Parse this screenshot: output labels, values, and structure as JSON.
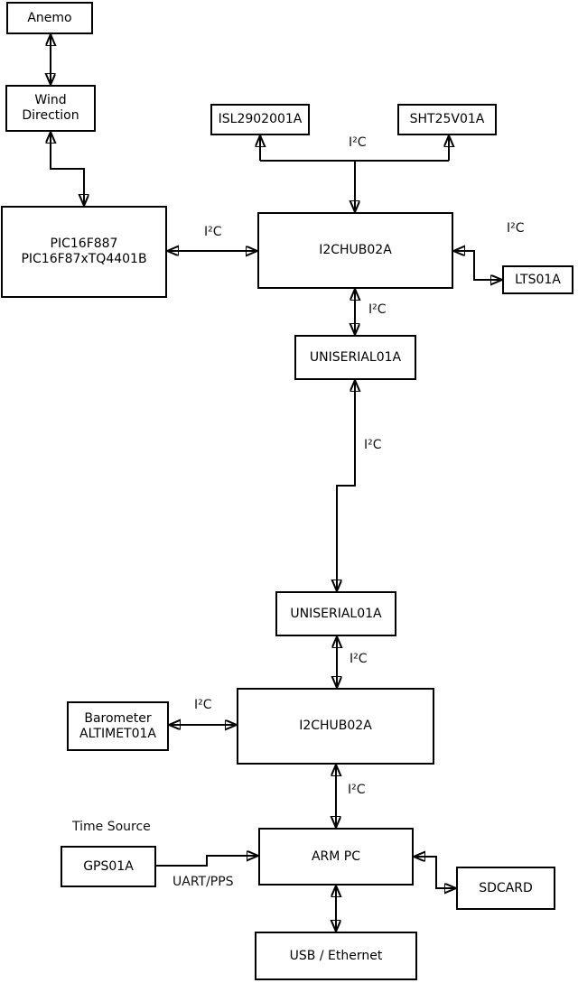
{
  "diagram": {
    "nodes": {
      "anemo": {
        "label": "Anemo"
      },
      "wind_direction": {
        "line1": "Wind",
        "line2": "Direction"
      },
      "pic": {
        "line1": "PIC16F887",
        "line2": "PIC16F87xTQ4401B"
      },
      "isl": {
        "label": "ISL2902001A"
      },
      "sht": {
        "label": "SHT25V01A"
      },
      "i2c_hub_upper": {
        "label": "I2CHUB02A"
      },
      "lts": {
        "label": "LTS01A"
      },
      "uniserial_upper": {
        "label": "UNISERIAL01A"
      },
      "uniserial_lower": {
        "label": "UNISERIAL01A"
      },
      "i2c_hub_lower": {
        "label": "I2CHUB02A"
      },
      "barometer": {
        "line1": "Barometer",
        "line2": "ALTIMET01A"
      },
      "gps": {
        "label": "GPS01A"
      },
      "arm_pc": {
        "label": "ARM PC"
      },
      "sdcard": {
        "label": "SDCARD"
      },
      "usb_ethernet": {
        "label": "USB / Ethernet"
      }
    },
    "labels": {
      "i2c_sensor_bus": "I²C",
      "i2c_pic_hub": "I²C",
      "i2c_hub_lts": "I²C",
      "i2c_hub_uniserial": "I²C",
      "i2c_uniserial_link": "I²C",
      "i2c_uniserial_hub": "I²C",
      "i2c_barometer_hub": "I²C",
      "i2c_hub_armpc": "I²C",
      "uart_pps": "UART/PPS",
      "time_source": "Time Source"
    },
    "colors": {
      "line": "#000000",
      "box_fill": "#ffffff",
      "background": "#ffffff",
      "text": "#000000"
    }
  }
}
